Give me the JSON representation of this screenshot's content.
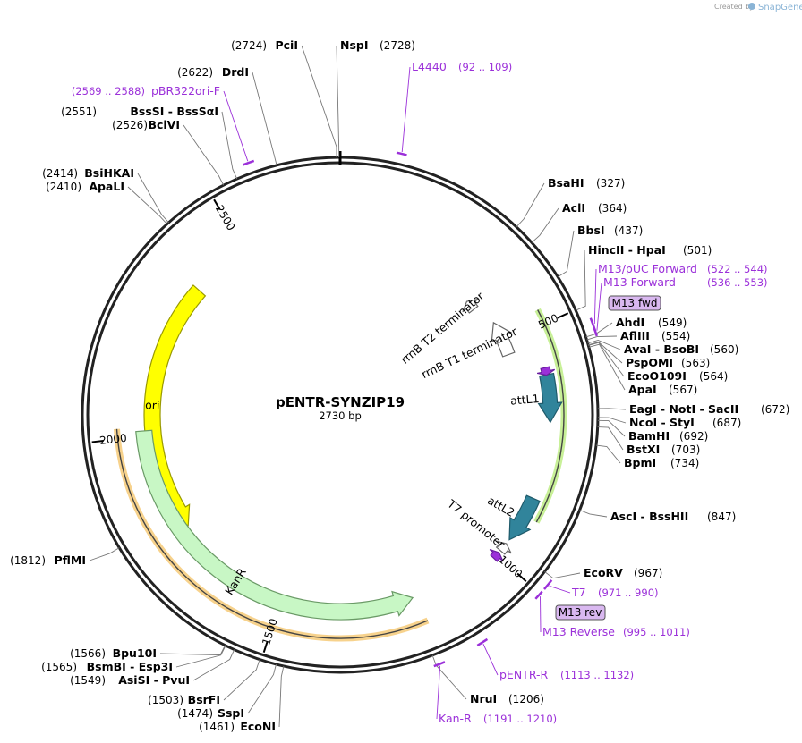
{
  "plasmid": {
    "name": "pENTR-SYNZIP19",
    "length_label": "2730 bp",
    "length": 2730
  },
  "branding": {
    "created_by": "Created by",
    "brand": "SnapGene"
  },
  "ticks": [
    {
      "pos": 500,
      "label": "500"
    },
    {
      "pos": 1000,
      "label": "1000"
    },
    {
      "pos": 1500,
      "label": "1500"
    },
    {
      "pos": 2000,
      "label": "2000"
    },
    {
      "pos": 2500,
      "label": "2500"
    }
  ],
  "features": [
    {
      "id": "ori",
      "label": "ori",
      "start": 1774,
      "end": 2362,
      "dir": -1,
      "color": "#ffff00",
      "stroke": "#999900",
      "radius": 210,
      "width": 18
    },
    {
      "id": "kanr",
      "label": "KanR",
      "start": 1201,
      "end": 2012,
      "dir": -1,
      "color": "#c8f7c5",
      "stroke": "#6a9a66",
      "radius": 220,
      "width": 18
    },
    {
      "id": "attl1",
      "label": "attL1",
      "start": 599,
      "end": 698,
      "dir": 1,
      "color": "#31849b",
      "stroke": "#1f5a6a",
      "radius": 235,
      "width": 16
    },
    {
      "id": "attl2",
      "label": "attL2",
      "start": 860,
      "end": 959,
      "dir": 1,
      "color": "#31849b",
      "stroke": "#1f5a6a",
      "radius": 235,
      "width": 16
    },
    {
      "id": "rrnbt1",
      "label": "rrnB T1 terminator",
      "start": 447,
      "end": 533,
      "dir": -1,
      "color": "#ffffff",
      "stroke": "#666666",
      "radius": 200,
      "width": 14
    },
    {
      "id": "rrnbt2",
      "label": "rrnB T2 terminator",
      "start": 365,
      "end": 392,
      "dir": -1,
      "color": "#ffffff",
      "stroke": "#666666",
      "radius": 190,
      "width": 12
    },
    {
      "id": "t7prom",
      "label": "T7 promoter",
      "start": 969,
      "end": 988,
      "dir": -1,
      "color": "#ffffff",
      "stroke": "#666666",
      "radius": 235,
      "width": 12
    },
    {
      "id": "m13fwdf",
      "label": "",
      "start": 584,
      "end": 600,
      "dir": 1,
      "color": "#9b30d9",
      "stroke": "#6a1fa0",
      "radius": 235,
      "width": 10
    },
    {
      "id": "m13revf",
      "label": "",
      "start": 993,
      "end": 1009,
      "dir": -1,
      "color": "#9b30d9",
      "stroke": "#6a1fa0",
      "radius": 235,
      "width": 10
    }
  ],
  "enzymes": [
    {
      "name": "NspI",
      "pos_label": "(2728)",
      "site": 2728,
      "align": "mid-right"
    },
    {
      "name": "PciI",
      "pos_label": "(2724)",
      "site": 2724,
      "align": "left"
    },
    {
      "name": "DrdI",
      "pos_label": "(2622)",
      "site": 2622,
      "align": "left"
    },
    {
      "name": "BssSI  -  BssSαI",
      "pos_label": "(2551)",
      "site": 2551,
      "align": "left"
    },
    {
      "name": "BciVI",
      "pos_label": "(2526)",
      "site": 2526,
      "align": "left"
    },
    {
      "name": "BsiHKAI",
      "pos_label": "(2414)",
      "site": 2414,
      "align": "left"
    },
    {
      "name": "ApaLI",
      "pos_label": "(2410)",
      "site": 2410,
      "align": "left"
    },
    {
      "name": "PflMI",
      "pos_label": "(1812)",
      "site": 1812,
      "align": "left"
    },
    {
      "name": "Bpu10I",
      "pos_label": "(1566)",
      "site": 1566,
      "align": "left"
    },
    {
      "name": "BsmBI  -  Esp3I",
      "pos_label": "(1565)",
      "site": 1565,
      "align": "left"
    },
    {
      "name": "AsiSI  -  PvuI",
      "pos_label": "(1549)",
      "site": 1549,
      "align": "left"
    },
    {
      "name": "BsrFI",
      "pos_label": "(1503)",
      "site": 1503,
      "align": "left"
    },
    {
      "name": "SspI",
      "pos_label": "(1474)",
      "site": 1474,
      "align": "left"
    },
    {
      "name": "EcoNI",
      "pos_label": "(1461)",
      "site": 1461,
      "align": "left"
    },
    {
      "name": "NruI",
      "pos_label": "(1206)",
      "site": 1206,
      "align": "right"
    },
    {
      "name": "BsaHI",
      "pos_label": "(327)",
      "site": 327,
      "align": "right"
    },
    {
      "name": "AclI",
      "pos_label": "(364)",
      "site": 364,
      "align": "right"
    },
    {
      "name": "BbsI",
      "pos_label": "(437)",
      "site": 437,
      "align": "right"
    },
    {
      "name": "HincII  -  HpaI",
      "pos_label": "(501)",
      "site": 501,
      "align": "right"
    },
    {
      "name": "AhdI",
      "pos_label": "(549)",
      "site": 549,
      "align": "right"
    },
    {
      "name": "AflIII",
      "pos_label": "(554)",
      "site": 554,
      "align": "right"
    },
    {
      "name": "AvaI  -  BsoBI",
      "pos_label": "(560)",
      "site": 560,
      "align": "right"
    },
    {
      "name": "PspOMI",
      "pos_label": "(563)",
      "site": 563,
      "align": "right"
    },
    {
      "name": "EcoO109I",
      "pos_label": "(564)",
      "site": 564,
      "align": "right"
    },
    {
      "name": "ApaI",
      "pos_label": "(567)",
      "site": 567,
      "align": "right"
    },
    {
      "name": "EagI  -  NotI  -  SacII",
      "pos_label": "(672)",
      "site": 672,
      "align": "right"
    },
    {
      "name": "NcoI  -  StyI",
      "pos_label": "(687)",
      "site": 687,
      "align": "right"
    },
    {
      "name": "BamHI",
      "pos_label": "(692)",
      "site": 692,
      "align": "right"
    },
    {
      "name": "BstXI",
      "pos_label": "(703)",
      "site": 703,
      "align": "right"
    },
    {
      "name": "BpmI",
      "pos_label": "(734)",
      "site": 734,
      "align": "right"
    },
    {
      "name": "AscI  -  BssHII",
      "pos_label": "(847)",
      "site": 847,
      "align": "right"
    },
    {
      "name": "EcoRV",
      "pos_label": "(967)",
      "site": 967,
      "align": "right"
    }
  ],
  "primers": [
    {
      "name": "L4440",
      "range": "(92 .. 109)",
      "start": 92,
      "end": 109
    },
    {
      "name": "pBR322ori-F",
      "range": "(2569 .. 2588)",
      "start": 2569,
      "end": 2588
    },
    {
      "name": "M13/pUC Forward",
      "range": "(522 .. 544)",
      "start": 522,
      "end": 544
    },
    {
      "name": "M13 Forward",
      "range": "(536 .. 553)",
      "start": 536,
      "end": 553
    },
    {
      "name": "T7",
      "range": "(971 .. 990)",
      "start": 971,
      "end": 990
    },
    {
      "name": "M13 Reverse",
      "range": "(995 .. 1011)",
      "start": 995,
      "end": 1011
    },
    {
      "name": "pENTR-R",
      "range": "(1113 .. 1132)",
      "start": 1113,
      "end": 1132
    },
    {
      "name": "Kan-R",
      "range": "(1191 .. 1210)",
      "start": 1191,
      "end": 1210
    }
  ],
  "badges": [
    {
      "label": "M13 fwd"
    },
    {
      "label": "M13 rev"
    }
  ],
  "colors": {
    "primer": "#9b30d9",
    "badge_fill": "#d9b8f0",
    "highlight_green": "#c8f098",
    "highlight_orange": "#f7d28c",
    "backbone": "#222222"
  }
}
